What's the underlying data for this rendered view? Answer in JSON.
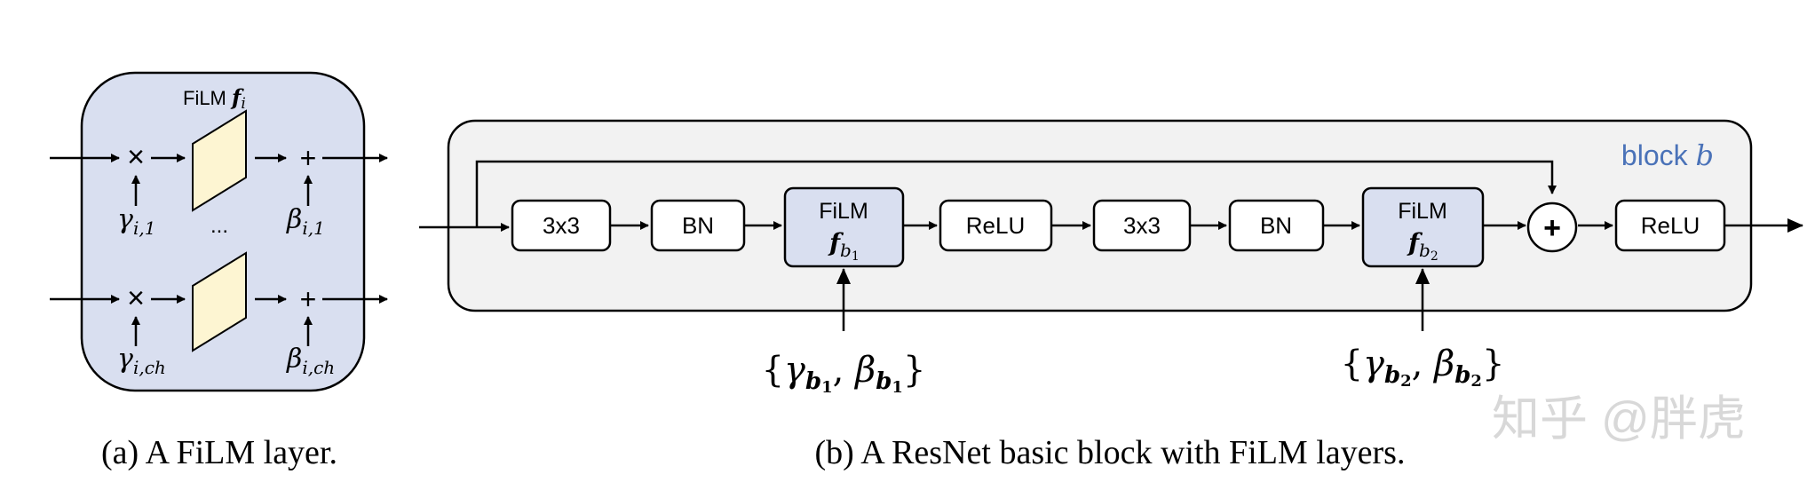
{
  "panel_a": {
    "title_main": "FiLM ",
    "title_f": "f",
    "title_sub": "i",
    "multiply_symbol": "×",
    "plus_symbol": "+",
    "ellipsis": "...",
    "gamma_top_base": "γ",
    "gamma_top_sub": "i,1",
    "beta_top_base": "β",
    "beta_top_sub": "i,1",
    "gamma_bottom_base": "γ",
    "gamma_bottom_sub": "i,ch",
    "beta_bottom_base": "β",
    "beta_bottom_sub": "i,ch",
    "caption": "(a) A FiLM layer."
  },
  "panel_b": {
    "block_label_main": "block ",
    "block_label_var": "b",
    "nodes": {
      "conv1": "3x3",
      "bn1": "BN",
      "film1_top": "FiLM",
      "film1_f": "f",
      "film1_sub_base": "b",
      "film1_sub_sub": "1",
      "relu1": "ReLU",
      "conv2": "3x3",
      "bn2": "BN",
      "film2_top": "FiLM",
      "film2_f": "f",
      "film2_sub_base": "b",
      "film2_sub_sub": "2",
      "add": "+",
      "relu2": "ReLU"
    },
    "params1": {
      "open": "{",
      "gamma": "γ",
      "b": "b",
      "sub": "1",
      "comma": ", ",
      "beta": "β",
      "close": "}"
    },
    "params2": {
      "open": "{",
      "gamma": "γ",
      "b": "b",
      "sub": "2",
      "comma": ", ",
      "beta": "β",
      "close": "}"
    },
    "caption": "(b) A ResNet basic block with FiLM layers."
  },
  "watermark": "知乎 @胖虎",
  "colors": {
    "film_fill": "#d9dff0",
    "block_fill": "#f2f2f2",
    "parallelogram_fill": "#fdf5d2",
    "block_label": "#4a72b8",
    "stroke": "#000000",
    "watermark": "#d8d8d8"
  }
}
